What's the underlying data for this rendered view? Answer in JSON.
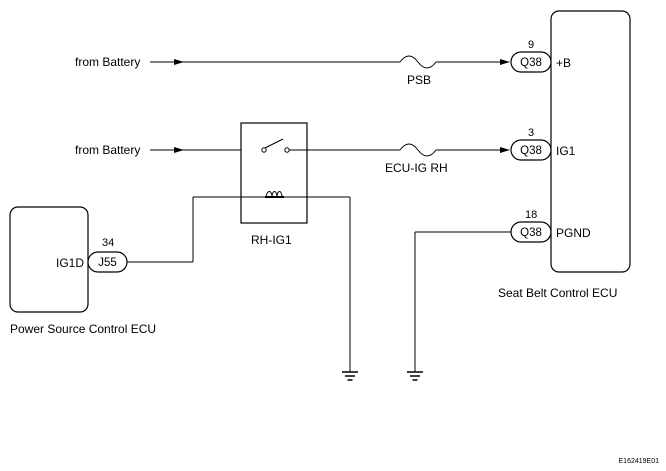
{
  "inputs": {
    "battery_top": "from Battery",
    "battery_mid": "from Battery"
  },
  "fuses": {
    "psb": "PSB",
    "ecu_ig_rh": "ECU-IG RH"
  },
  "relay": {
    "label": "RH-IG1"
  },
  "seat_belt_ecu": {
    "label": "Seat Belt Control ECU",
    "pins": [
      {
        "number": "9",
        "connector": "Q38",
        "terminal": "+B"
      },
      {
        "number": "3",
        "connector": "Q38",
        "terminal": "IG1"
      },
      {
        "number": "18",
        "connector": "Q38",
        "terminal": "PGND"
      }
    ]
  },
  "power_source_ecu": {
    "label": "Power Source Control ECU",
    "pin": {
      "number": "34",
      "connector": "J55",
      "terminal": "IG1D"
    }
  },
  "figure_id": "E162419E01"
}
